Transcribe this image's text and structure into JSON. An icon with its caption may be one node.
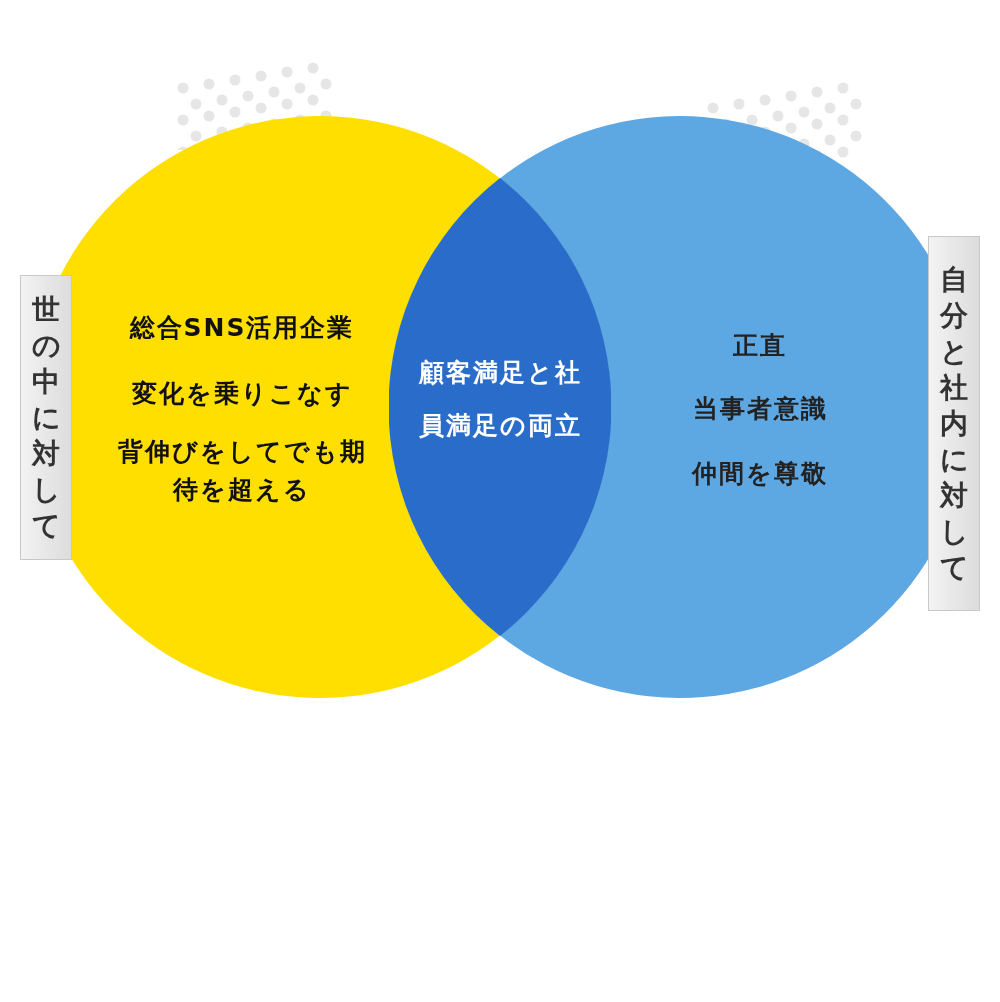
{
  "diagram": {
    "nodes": [
      {
        "text": [
          "世の中に対して"
        ]
      },
      {
        "text": [
          "総合SNS活用企業",
          "変化を乗りこなす",
          "背伸びをしてでも期待を超える"
        ]
      },
      {
        "text": [
          "顧客満足と社員満足の両立"
        ]
      },
      {
        "text": [
          "正直",
          "当事者意識",
          "仲間を尊敬"
        ]
      },
      {
        "text": [
          "自分と社内に対して"
        ]
      }
    ]
  }
}
